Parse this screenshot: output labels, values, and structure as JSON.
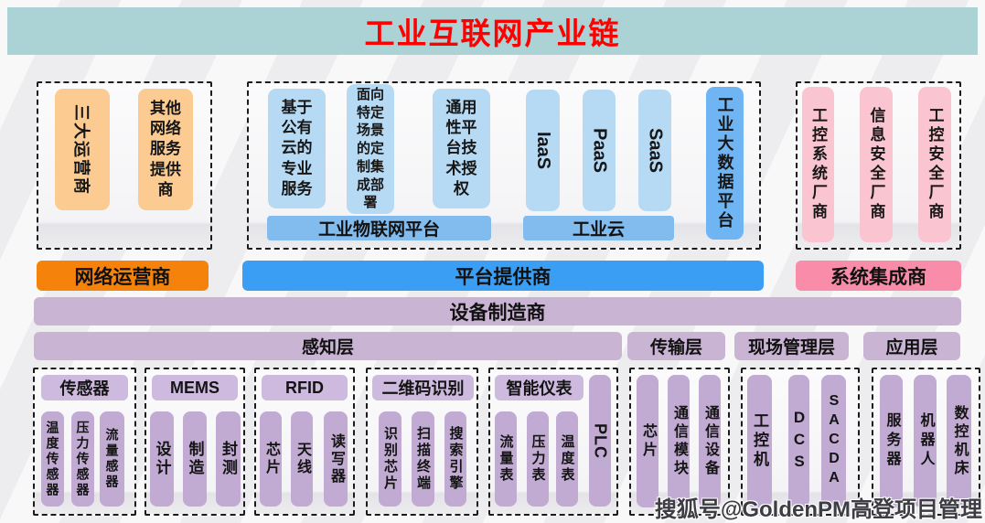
{
  "title": "工业互联网产业链",
  "watermark": "搜狐号@GoldenPM高登项目管理",
  "colors": {
    "header_bg": "#abd3d6",
    "title": "#ff0000",
    "orange_light": "#fbcb92",
    "orange_bar": "#f5820a",
    "blue_light": "#b6d9f4",
    "blue_mid": "#82bbed",
    "blue_deep": "#6fb5f4",
    "blue_bar": "#3b9ef5",
    "pink_light": "#fac4d0",
    "pink_bar": "#f98da9",
    "purple_bar": "#c9b4d3",
    "purple_header": "#cdbade",
    "purple_item": "#c2abd3"
  },
  "network": {
    "carriers": "三大运营商",
    "other": "其他网络服务提供商",
    "label": "网络运营商"
  },
  "platform": {
    "svc1": "基于公有云的专业服务",
    "svc2": "面向特定场景的定制集成部署",
    "svc3": "通用性平台技术授权",
    "iot_bar": "工业物联网平台",
    "iaas": "IaaS",
    "paas": "PaaS",
    "saas": "SaaS",
    "cloud_bar": "工业云",
    "bigdata": "工业大数据平台",
    "label": "平台提供商"
  },
  "integrator": {
    "ics": "工控系统厂商",
    "infosec": "信息安全厂商",
    "icssec": "工控安全厂商",
    "label": "系统集成商"
  },
  "device_bar": "设备制造商",
  "layers": {
    "perception": "感知层",
    "transport": "传输层",
    "field": "现场管理层",
    "application": "应用层"
  },
  "sensor": {
    "header": "传感器",
    "items": [
      "温度传感器",
      "压力传感器",
      "流量感器"
    ]
  },
  "mems": {
    "header": "MEMS",
    "items": [
      "设计",
      "制造",
      "封测"
    ]
  },
  "rfid": {
    "header": "RFID",
    "items": [
      "芯片",
      "天线",
      "读写器"
    ]
  },
  "qrcode": {
    "header": "二维码识别",
    "items": [
      "识别芯片",
      "扫描终端",
      "搜索引擎"
    ]
  },
  "meter": {
    "header": "智能仪表",
    "items": [
      "流量表",
      "压力表",
      "温度表"
    ],
    "plc": "PLC"
  },
  "transport_items": [
    "芯片",
    "通信模块",
    "通信设备"
  ],
  "field_items": [
    "工控机",
    "DCS",
    "SACDA"
  ],
  "app_items": [
    "服务器",
    "机器人",
    "数控机床"
  ]
}
